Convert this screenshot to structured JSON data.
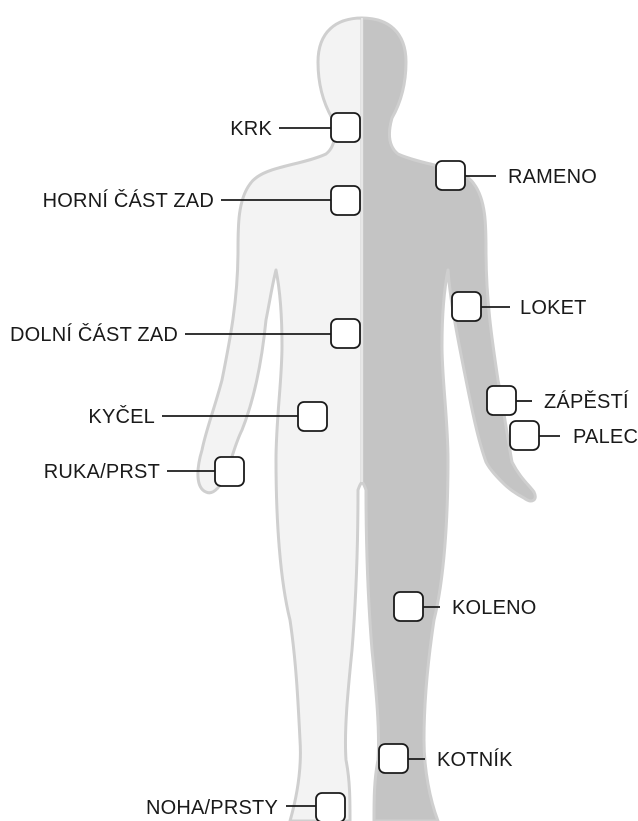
{
  "colors": {
    "body_outline": "#cfcfcf",
    "body_fill_left": "#f3f3f3",
    "body_fill_right": "#c4c4c4",
    "line": "#1a1a1a",
    "box_fill": "#ffffff"
  },
  "labels": {
    "krk": "KRK",
    "horni_cast_zad": "HORNÍ ČÁST ZAD",
    "dolni_cast_zad": "DOLNÍ ČÁST ZAD",
    "kycel": "KYČEL",
    "ruka_prst": "RUKA/PRST",
    "noha_prsty": "NOHA/PRSTY",
    "rameno": "RAMENO",
    "loket": "LOKET",
    "zapesti": "ZÁPĚSTÍ",
    "palec": "PALEC",
    "koleno": "KOLENO",
    "kotnik": "KOTNÍK"
  }
}
